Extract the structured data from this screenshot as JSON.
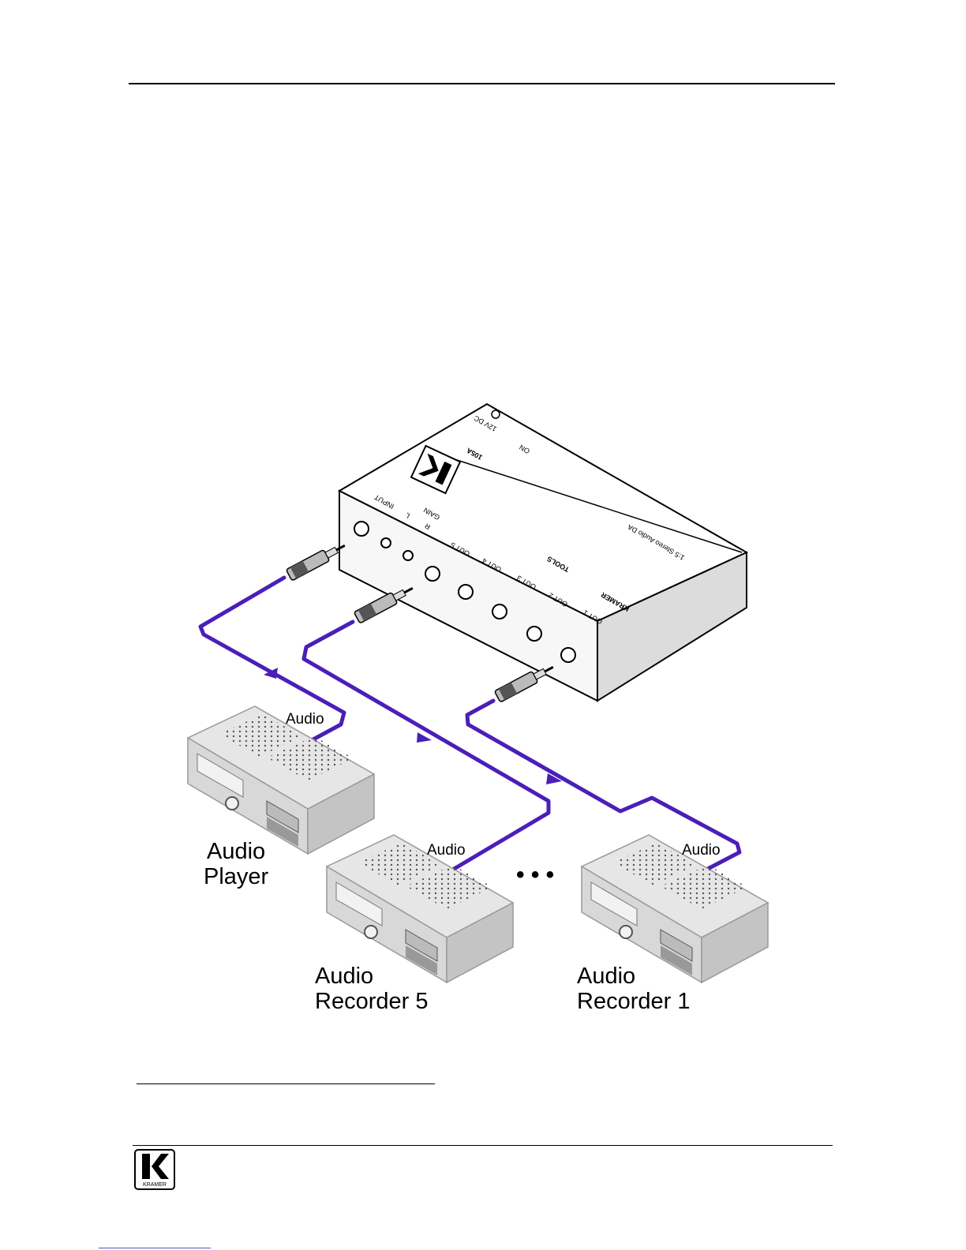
{
  "device": {
    "brand": "KRAMER",
    "product_line": "TOOLS",
    "title": "1:5 Stereo Audio DA",
    "model": "105A",
    "power_label": "12V DC",
    "on_label": "ON",
    "input_label": "INPUT",
    "gain_labels": [
      "L",
      "R",
      "GAIN"
    ],
    "output_labels": [
      "OUT 1",
      "OUT 2",
      "OUT 3",
      "OUT 4",
      "OUT 5"
    ]
  },
  "cable_label": "Audio",
  "equipment": [
    {
      "name_line1": "Audio",
      "name_line2": "Player"
    },
    {
      "name_line1": "Audio",
      "name_line2": "Recorder 5"
    },
    {
      "name_line1": "Audio",
      "name_line2": "Recorder 1"
    }
  ],
  "ellipsis": "• • •",
  "footer_logo_text": "KRAMER",
  "colors": {
    "cable": "#4a1fb8",
    "device_face": "#ffffff",
    "device_side": "#dcdcdc",
    "deck": "#d8d8d8"
  }
}
